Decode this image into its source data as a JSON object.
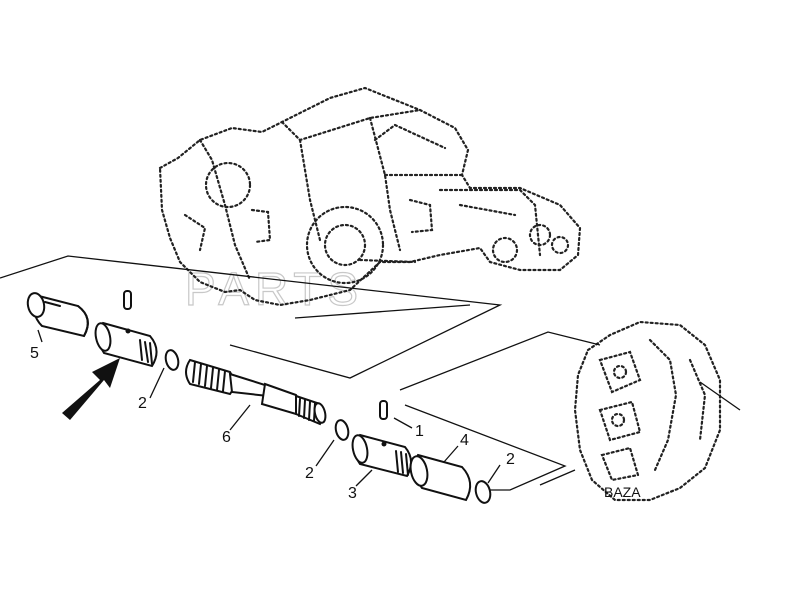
{
  "diagram": {
    "callouts": [
      {
        "id": "callout-1",
        "text": "1"
      },
      {
        "id": "callout-2a",
        "text": "2"
      },
      {
        "id": "callout-2b",
        "text": "2"
      },
      {
        "id": "callout-2c",
        "text": "2"
      },
      {
        "id": "callout-3",
        "text": "3"
      },
      {
        "id": "callout-4",
        "text": "4"
      },
      {
        "id": "callout-5",
        "text": "5"
      },
      {
        "id": "callout-6",
        "text": "6"
      }
    ],
    "stamp_label": "BAZA"
  }
}
